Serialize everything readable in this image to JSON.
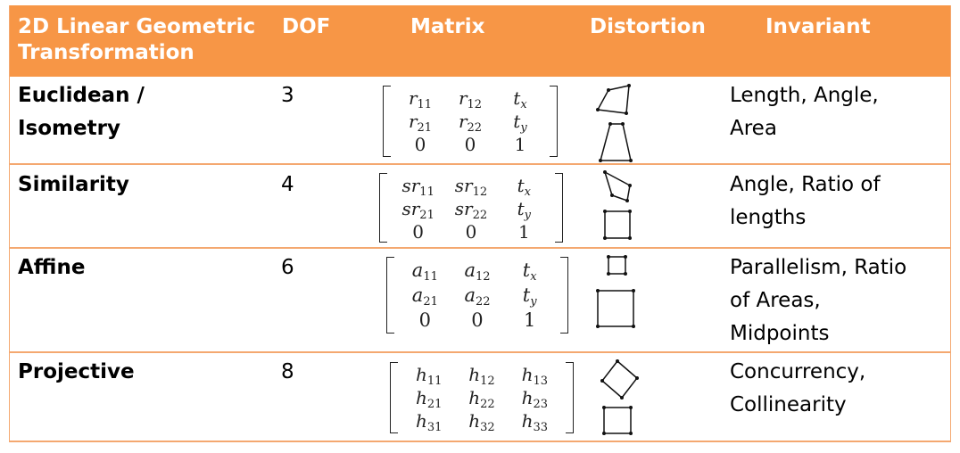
{
  "headers": {
    "transformation_line1": "2D Linear Geometric",
    "transformation_line2": "Transformation",
    "dof": "DOF",
    "matrix": "Matrix",
    "distortion": "Distortion",
    "invariant": "Invariant"
  },
  "rows": [
    {
      "name_line1": "Euclidean /",
      "name_line2": "Isometry",
      "dof": "3",
      "matrix": [
        [
          {
            "b": "r",
            "s": "11"
          },
          {
            "b": "r",
            "s": "12"
          },
          {
            "b": "t",
            "s": "x"
          }
        ],
        [
          {
            "b": "r",
            "s": "21"
          },
          {
            "b": "r",
            "s": "22"
          },
          {
            "b": "t",
            "s": "y"
          }
        ],
        [
          {
            "b": "0",
            "s": ""
          },
          {
            "b": "0",
            "s": ""
          },
          {
            "b": "1",
            "s": ""
          }
        ]
      ],
      "invariant_line1": "Length, Angle,",
      "invariant_line2": "Area",
      "invariant_line3": ""
    },
    {
      "name_line1": "Similarity",
      "name_line2": "",
      "dof": "4",
      "matrix": [
        [
          {
            "b": "sr",
            "s": "11"
          },
          {
            "b": "sr",
            "s": "12"
          },
          {
            "b": "t",
            "s": "x"
          }
        ],
        [
          {
            "b": "sr",
            "s": "21"
          },
          {
            "b": "sr",
            "s": "22"
          },
          {
            "b": "t",
            "s": "y"
          }
        ],
        [
          {
            "b": "0",
            "s": ""
          },
          {
            "b": "0",
            "s": ""
          },
          {
            "b": "1",
            "s": ""
          }
        ]
      ],
      "invariant_line1": "Angle, Ratio of",
      "invariant_line2": "lengths",
      "invariant_line3": ""
    },
    {
      "name_line1": "Affine",
      "name_line2": "",
      "dof": "6",
      "matrix": [
        [
          {
            "b": "a",
            "s": "11"
          },
          {
            "b": "a",
            "s": "12"
          },
          {
            "b": "t",
            "s": "x"
          }
        ],
        [
          {
            "b": "a",
            "s": "21"
          },
          {
            "b": "a",
            "s": "22"
          },
          {
            "b": "t",
            "s": "y"
          }
        ],
        [
          {
            "b": "0",
            "s": ""
          },
          {
            "b": "0",
            "s": ""
          },
          {
            "b": "1",
            "s": ""
          }
        ]
      ],
      "invariant_line1": "Parallelism, Ratio",
      "invariant_line2": "of Areas,",
      "invariant_line3": "Midpoints"
    },
    {
      "name_line1": "Projective",
      "name_line2": "",
      "dof": "8",
      "matrix": [
        [
          {
            "b": "h",
            "s": "11"
          },
          {
            "b": "h",
            "s": "12"
          },
          {
            "b": "h",
            "s": "13"
          }
        ],
        [
          {
            "b": "h",
            "s": "21"
          },
          {
            "b": "h",
            "s": "22"
          },
          {
            "b": "h",
            "s": "23"
          }
        ],
        [
          {
            "b": "h",
            "s": "31"
          },
          {
            "b": "h",
            "s": "32"
          },
          {
            "b": "h",
            "s": "33"
          }
        ]
      ],
      "invariant_line1": "Concurrency,",
      "invariant_line2": "Collinearity",
      "invariant_line3": ""
    }
  ],
  "colors": {
    "header_bg": "#F79646",
    "header_text": "#FFFFFF",
    "row_border": "#F4A870"
  }
}
